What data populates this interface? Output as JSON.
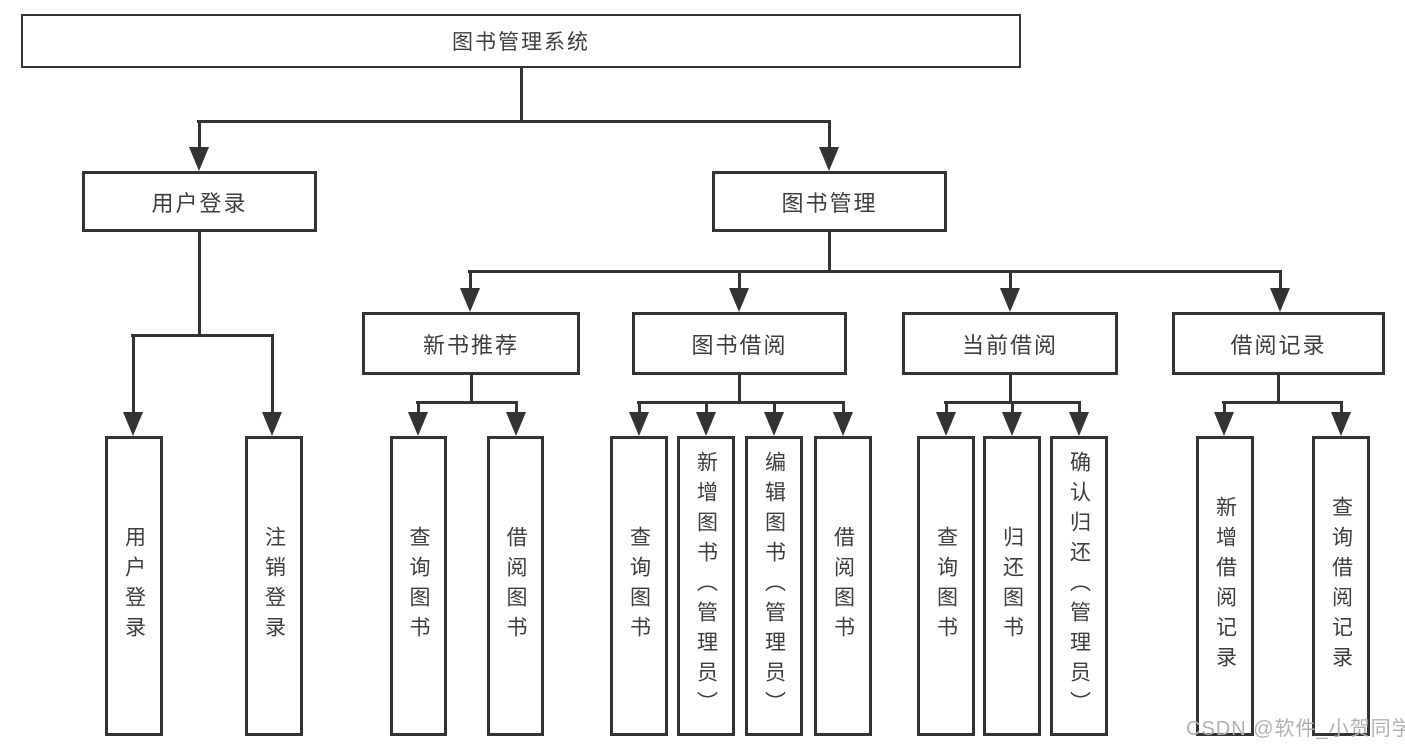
{
  "colors": {
    "line": "#333333",
    "text": "#3d3d3d",
    "box_fill": "#ffffff",
    "watermark": "#b0b0b0",
    "bg": "#ffffff"
  },
  "watermark": {
    "text": "CSDN @软件_小贺同学"
  },
  "tree": {
    "root": {
      "label": "图书管理系统",
      "children": [
        {
          "label": "用户登录",
          "children": [
            {
              "label": "用户登录"
            },
            {
              "label": "注销登录"
            }
          ]
        },
        {
          "label": "图书管理",
          "children": [
            {
              "label": "新书推荐",
              "children": [
                {
                  "label": "查询图书"
                },
                {
                  "label": "借阅图书"
                }
              ]
            },
            {
              "label": "图书借阅",
              "children": [
                {
                  "label": "查询图书"
                },
                {
                  "label": "新增图书（管理员）"
                },
                {
                  "label": "编辑图书（管理员）"
                },
                {
                  "label": "借阅图书"
                }
              ]
            },
            {
              "label": "当前借阅",
              "children": [
                {
                  "label": "查询图书"
                },
                {
                  "label": "归还图书"
                },
                {
                  "label": "确认归还（管理员）"
                }
              ]
            },
            {
              "label": "借阅记录",
              "children": [
                {
                  "label": "新增借阅记录"
                },
                {
                  "label": "查询借阅记录"
                }
              ]
            }
          ]
        }
      ]
    }
  }
}
